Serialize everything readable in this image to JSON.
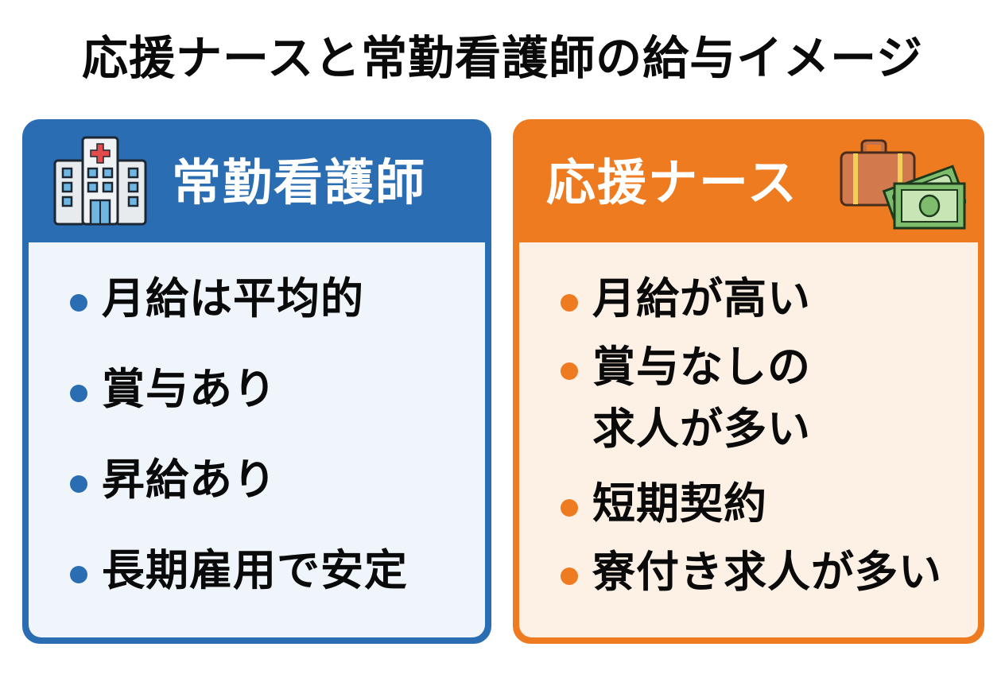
{
  "title": "応援ナースと常勤看護師の給与イメージ",
  "colors": {
    "blue": "#2a6db2",
    "blue_panel": "#eff5fa",
    "orange": "#ef7b20",
    "orange_panel": "#fdf1e6",
    "text": "#0a0a0a"
  },
  "left_card": {
    "title": "常勤看護師",
    "icon": "hospital-icon",
    "items": [
      {
        "text": "月給は平均的"
      },
      {
        "text": "賞与あり"
      },
      {
        "text": "昇給あり"
      },
      {
        "text": "長期雇用で安定"
      }
    ]
  },
  "right_card": {
    "title": "応援ナース",
    "icon": "suitcase-money-icon",
    "items": [
      {
        "text": "月給が高い"
      },
      {
        "text": "賞与なしの\n求人が多い"
      },
      {
        "text": "短期契約"
      },
      {
        "text": "寮付き求人が多い"
      }
    ]
  }
}
